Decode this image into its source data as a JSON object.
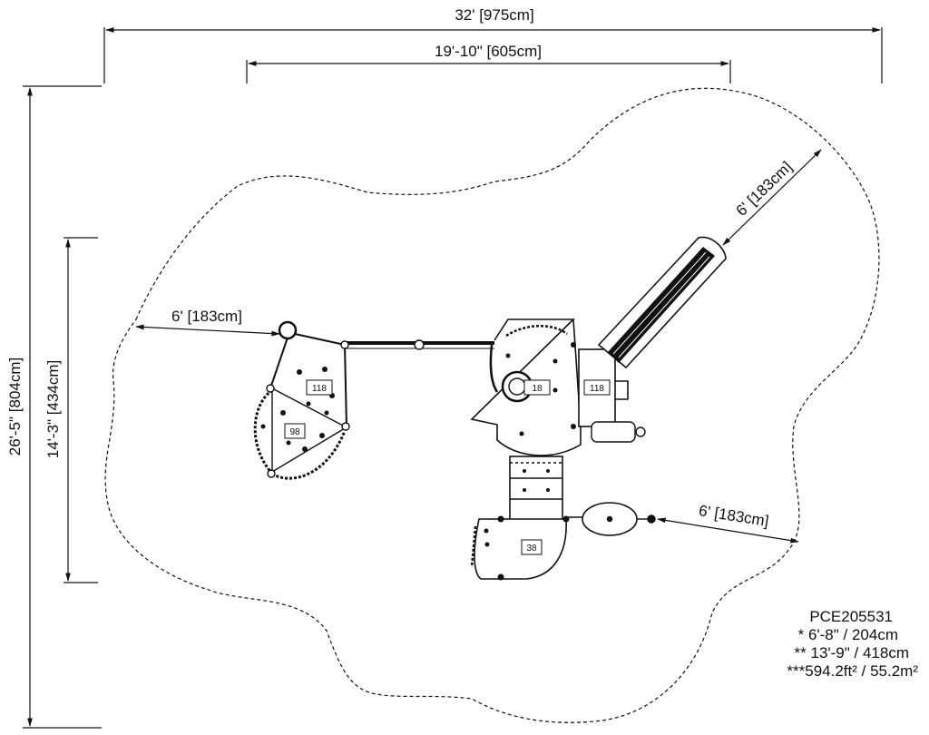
{
  "dimensions": {
    "overall_width": "32' [975cm]",
    "structure_width": "19'-10\" [605cm]",
    "overall_depth": "26'-5\" [804cm]",
    "structure_depth": "14'-3\" [434cm]",
    "clearance_left": "6' [183cm]",
    "clearance_slide": "6' [183cm]",
    "clearance_right": "6' [183cm]"
  },
  "deck_labels": {
    "left_upper": "118",
    "left_lower": "98",
    "center": "18",
    "right": "118",
    "bottom": "38"
  },
  "spec_notes": {
    "model": "PCE205531",
    "line1": "* 6'-8\" / 204cm",
    "line2": "** 13'-9\" / 418cm",
    "line3": "***594.2ft² / 55.2m²"
  }
}
